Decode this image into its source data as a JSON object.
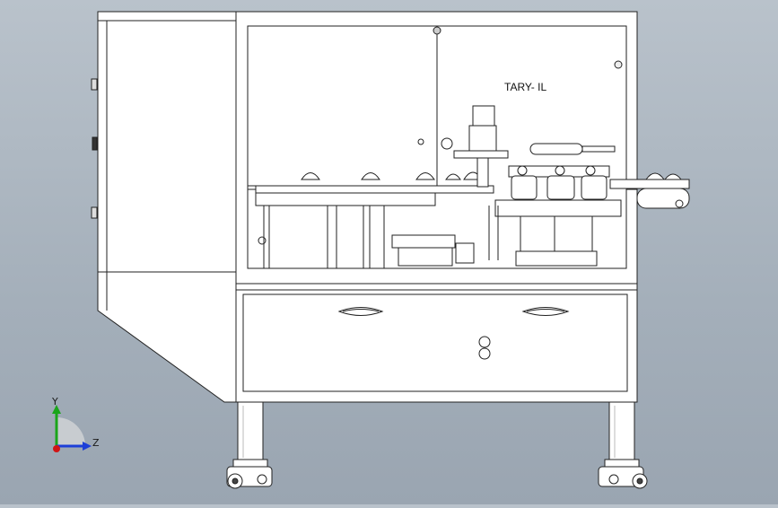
{
  "machine": {
    "panel_label": "TARY- IL"
  },
  "triad": {
    "y_axis_label": "Y",
    "z_axis_label": "Z",
    "colors": {
      "y": "#1aa51a",
      "z": "#1d3fd8",
      "x": "#d01515"
    }
  },
  "colors": {
    "background_top": "#b9c2cb",
    "background_bottom": "#9aa5b1",
    "body_fill": "#ffffff",
    "line": "#222222"
  }
}
